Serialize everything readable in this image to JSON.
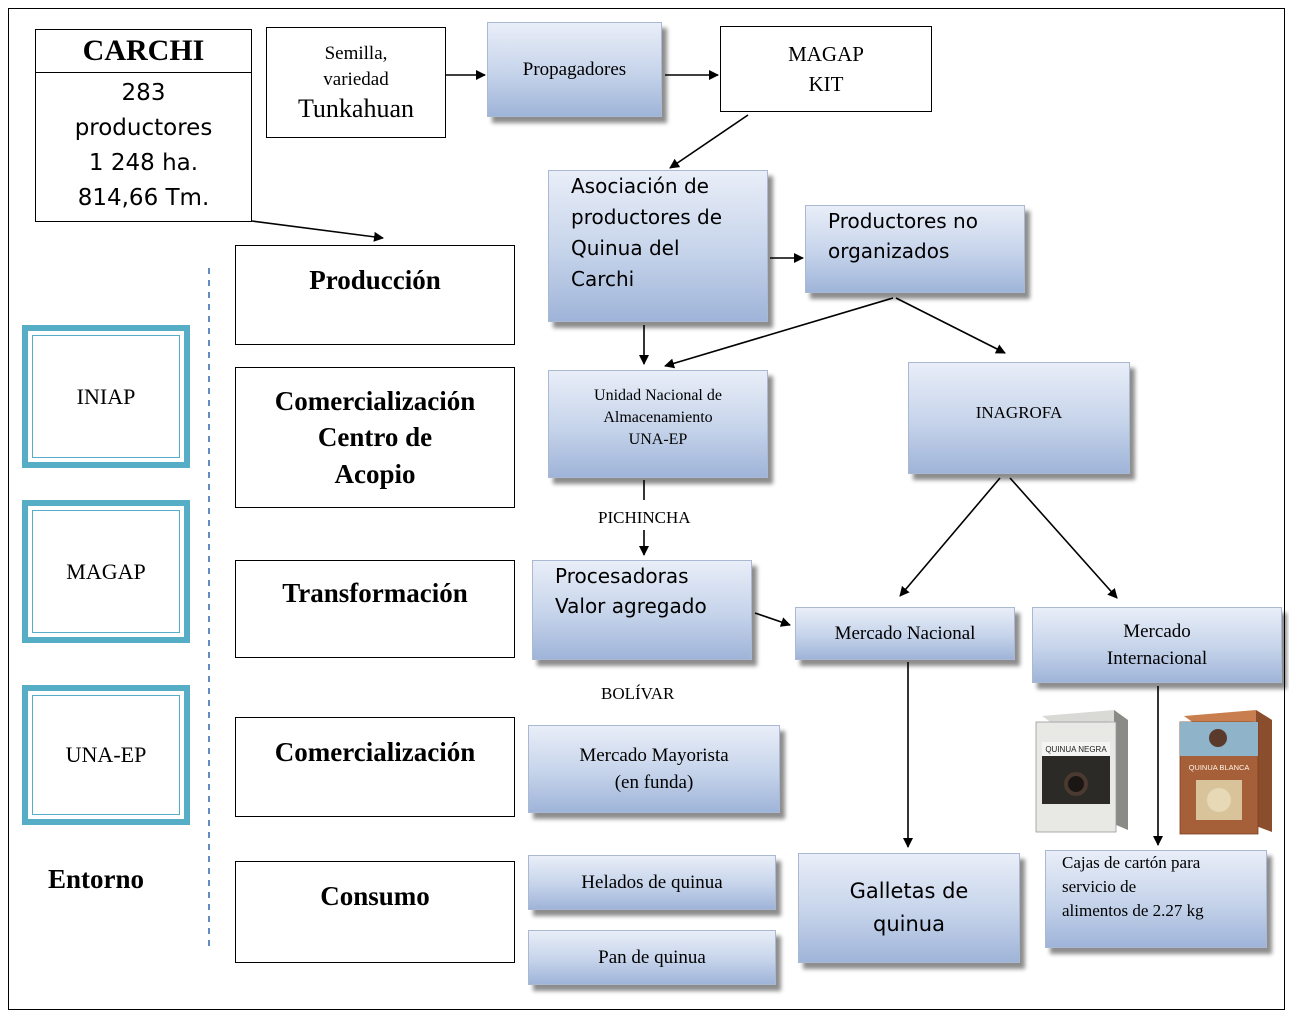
{
  "carchi": {
    "title": "CARCHI",
    "lines": [
      "283",
      "productores",
      "1 248 ha.",
      "814,66 Tm."
    ]
  },
  "top_chain": {
    "seed": [
      "Semilla,",
      "variedad",
      "Tunkahuan"
    ],
    "propagadores": "Propagadores",
    "magap_kit": [
      "MAGAP",
      "KIT"
    ]
  },
  "stages": {
    "produccion": "Producción",
    "comercializacion_acopio": [
      "Comercialización",
      "Centro de",
      "Acopio"
    ],
    "transformacion": "Transformación",
    "comercializacion": "Comercialización",
    "consumo": "Consumo"
  },
  "entorno": {
    "title": "Entorno",
    "items": [
      "INIAP",
      "MAGAP",
      "UNA-EP"
    ]
  },
  "nodes": {
    "asociacion": [
      "Asociación de",
      "productores de",
      "Quinua del",
      "Carchi"
    ],
    "no_organizados": [
      "Productores no",
      "organizados"
    ],
    "una": [
      "Unidad Nacional de",
      "Almacenamiento",
      "UNA-EP"
    ],
    "inagrofa": "INAGROFA",
    "procesadoras": [
      "Procesadoras",
      "Valor agregado"
    ],
    "mercado_nacional": "Mercado Nacional",
    "mercado_internacional": [
      "Mercado",
      "Internacional"
    ],
    "mercado_mayorista": [
      "Mercado Mayorista",
      "(en funda)"
    ],
    "helados": "Helados de quinua",
    "pan": "Pan de quinua",
    "galletas": [
      "Galletas de",
      "quinua"
    ],
    "cajas": [
      "Cajas de cartón para",
      "servicio de",
      "alimentos de 2.27 kg"
    ]
  },
  "labels": {
    "pichincha": "PICHINCHA",
    "bolivar": "BOLÍVAR"
  },
  "packages": [
    {
      "name": "QUINUA NEGRA",
      "color": "#2c2a27"
    },
    {
      "name": "QUINUA BLANCA",
      "color": "#a5603a"
    }
  ]
}
